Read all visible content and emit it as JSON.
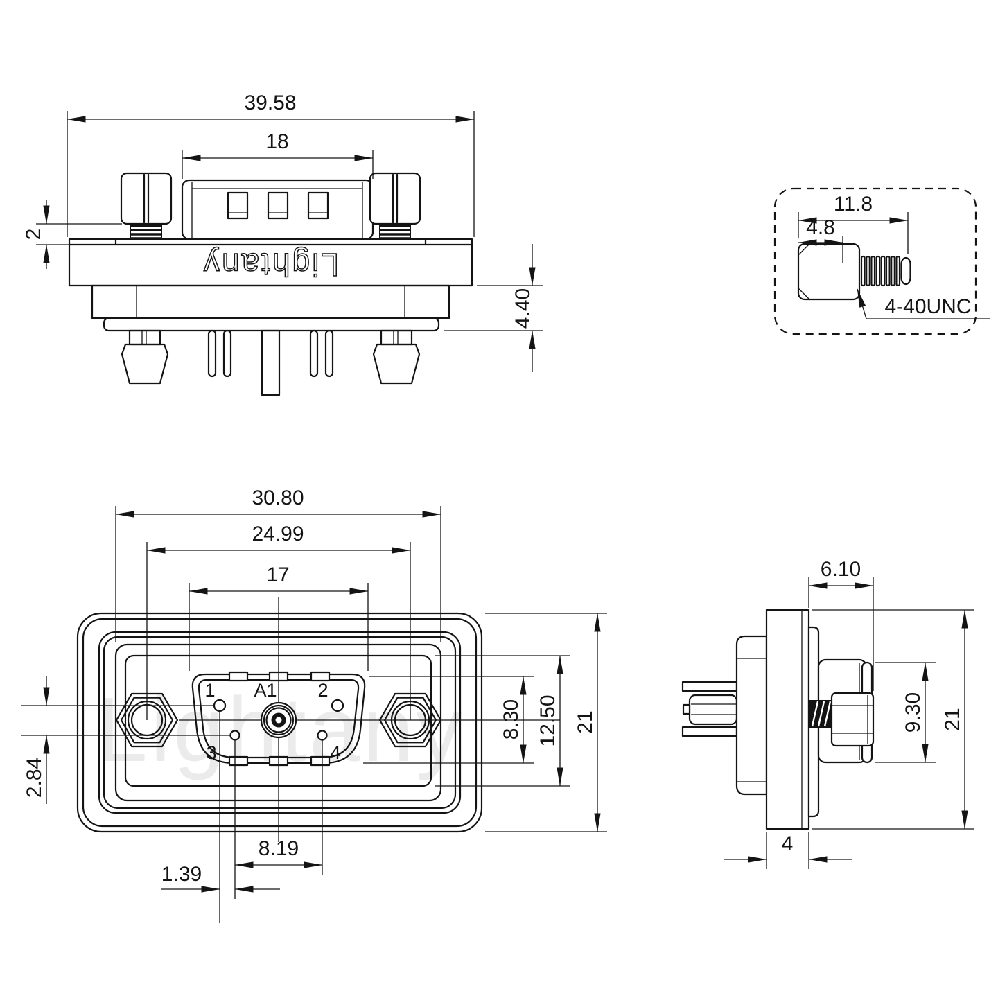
{
  "watermark": "Lightany",
  "views": {
    "top_view": {
      "brand_engraving": "Lightany",
      "dims": {
        "overall_width": "39.58",
        "insert_width": "18",
        "screw_standoff": "2",
        "rear_protrusion": "4.40"
      }
    },
    "screw_detail": {
      "dims": {
        "screw_length": "11.8",
        "head_length": "4.8"
      },
      "thread_spec": "4-40UNC"
    },
    "front_view": {
      "dims": {
        "boss_width": "30.80",
        "mount_screw_span": "24.99",
        "shell_width": "17",
        "row_offset": "2.84",
        "shell_height": "8.30",
        "flange_height": "12.50",
        "overall_height": "21",
        "pin_spacing": "8.19",
        "pin_offset": "1.39"
      },
      "pins": {
        "p1": "1",
        "p2": "2",
        "p3": "3",
        "p4": "4",
        "coax": "A1"
      }
    },
    "side_view": {
      "dims": {
        "front_protrusion": "6.10",
        "shell_height": "9.30",
        "overall_height": "21",
        "flange_thickness": "4"
      }
    },
    "colors": {
      "line": "#141414",
      "watermark": "#ebebeb",
      "background": "#ffffff"
    }
  }
}
